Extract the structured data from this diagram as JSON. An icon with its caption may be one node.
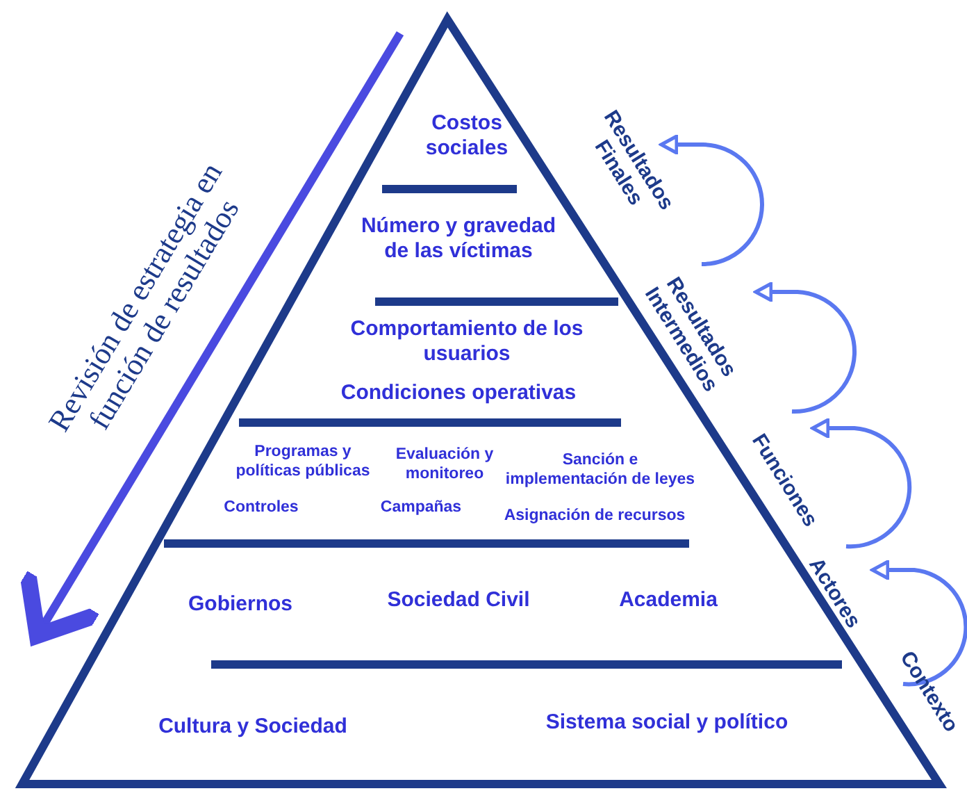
{
  "diagram": {
    "nodes": [
      {
        "text": [
          "Costos sociales"
        ]
      },
      {
        "text": [
          "Número y gravedad de las víctimas"
        ]
      },
      {
        "text": [
          "Comportamiento de los usuarios",
          "Condiciones operativas"
        ]
      },
      {
        "text": [
          "Programas y políticas públicas",
          "Evaluación y monitoreo",
          "Sanción e implementación de leyes",
          "Controles",
          "Campañas",
          "Asignación de recursos"
        ]
      },
      {
        "text": [
          "Gobiernos",
          "Sociedad Civil",
          "Academia"
        ]
      },
      {
        "text": [
          "Cultura y Sociedad",
          "Sistema social y político"
        ]
      },
      {
        "text": [
          "Resultados Finales"
        ]
      },
      {
        "text": [
          "Resultados Intermedios"
        ]
      },
      {
        "text": [
          "Funciones"
        ]
      },
      {
        "text": [
          "Actores"
        ]
      },
      {
        "text": [
          "Contexto"
        ]
      }
    ],
    "edges": [
      {
        "from": 7,
        "to": 6,
        "arrow": "to"
      },
      {
        "from": 8,
        "to": 7,
        "arrow": "to"
      },
      {
        "from": 9,
        "to": 8,
        "arrow": "to"
      },
      {
        "from": 10,
        "to": 9,
        "arrow": "to"
      }
    ],
    "labels": [
      "Revisión de estrategia en función de resultados"
    ]
  }
}
